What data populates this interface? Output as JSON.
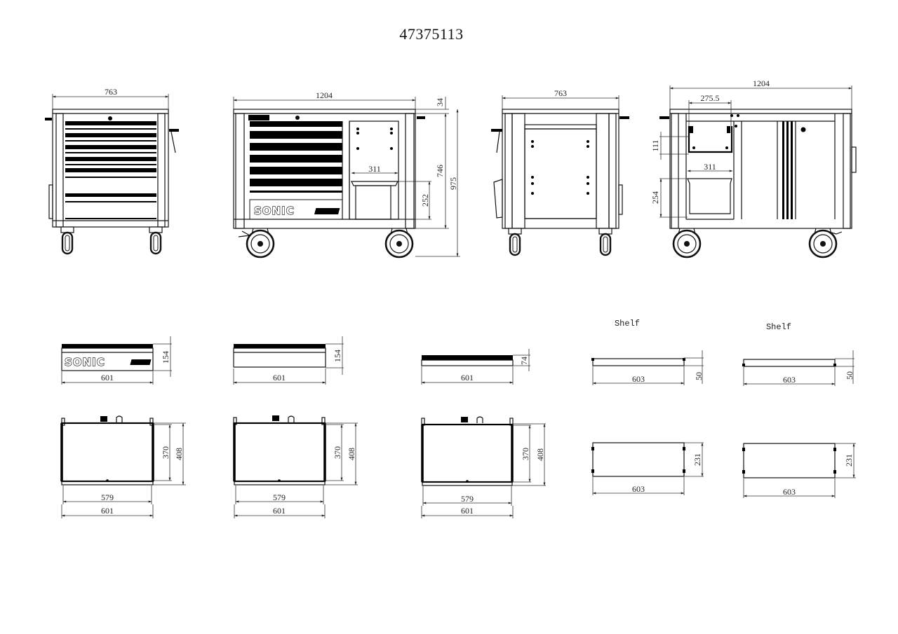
{
  "drawing": {
    "title": "47375113",
    "brand_logo": "SONIC"
  },
  "views": {
    "front_left": {
      "width": "763"
    },
    "front_main": {
      "width": "1204",
      "top_offset": "34",
      "body_height": "746",
      "total_height": "975",
      "compartment_width": "311",
      "compartment_height": "252"
    },
    "side": {
      "width": "763"
    },
    "back": {
      "width": "1204",
      "bracket_width": "275.5",
      "bracket_height": "111",
      "compartment_width": "311",
      "compartment_height": "254"
    }
  },
  "components": {
    "drawer_large_front": {
      "width": "601",
      "height": "154"
    },
    "drawer_medium_front": {
      "width": "601",
      "height": "154"
    },
    "drawer_small_front": {
      "width": "601",
      "height": "74"
    },
    "shelf_1": {
      "label": "Shelf",
      "width": "603",
      "height": "50"
    },
    "shelf_2": {
      "label": "Shelf",
      "width": "603",
      "height": "50"
    },
    "drawer_top_1": {
      "inner_width": "579",
      "outer_width": "601",
      "inner_depth": "370",
      "outer_depth": "408"
    },
    "drawer_top_2": {
      "inner_width": "579",
      "outer_width": "601",
      "inner_depth": "370",
      "outer_depth": "408"
    },
    "drawer_top_3": {
      "inner_width": "579",
      "outer_width": "601",
      "inner_depth": "370",
      "outer_depth": "408"
    },
    "shelf_top_1": {
      "width": "603",
      "depth": "231"
    },
    "shelf_top_2": {
      "width": "603",
      "depth": "231"
    }
  }
}
